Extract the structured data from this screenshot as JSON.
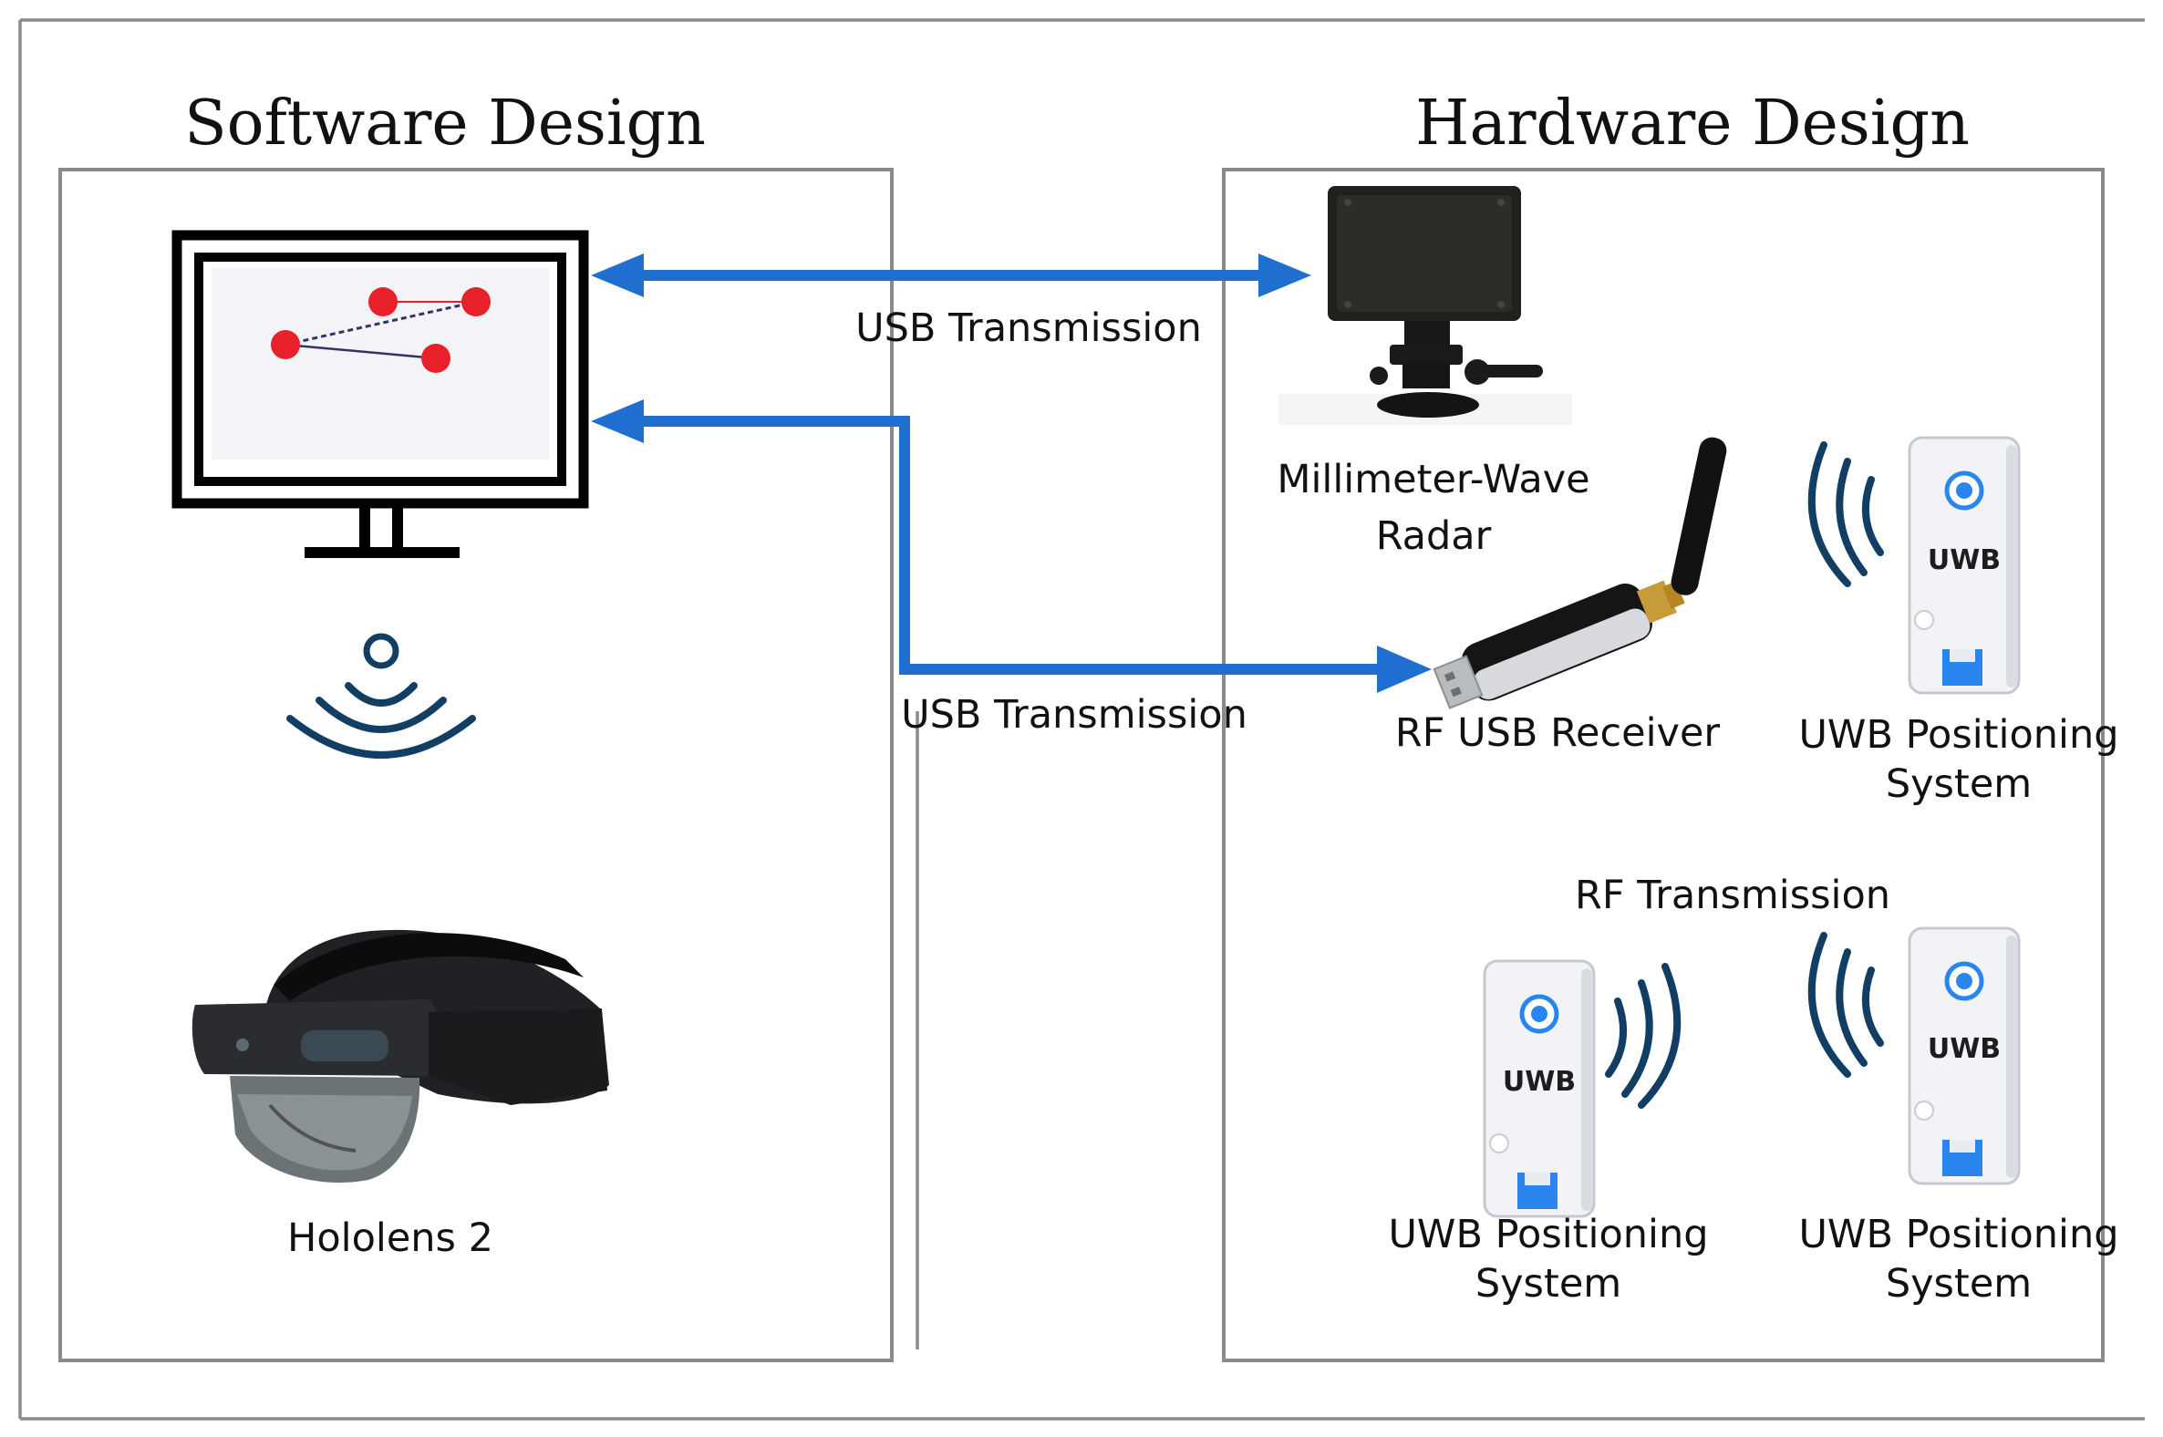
{
  "sections": {
    "software_title": "Software Design",
    "hardware_title": "Hardware Design"
  },
  "links": {
    "usb_top": "USB Transmission",
    "usb_bottom": "USB Transmission",
    "rf": "RF Transmission"
  },
  "devices": {
    "radar_line1": "Millimeter-Wave",
    "radar_line2": "Radar",
    "rf_receiver": "RF USB Receiver",
    "uwb_line1": "UWB Positioning",
    "uwb_line2": "System",
    "hololens": "Hololens 2",
    "uwb_badge": "UWB"
  },
  "colors": {
    "arrow": "#1e6fcf",
    "wave": "#123e63",
    "node": "#e8202a"
  }
}
